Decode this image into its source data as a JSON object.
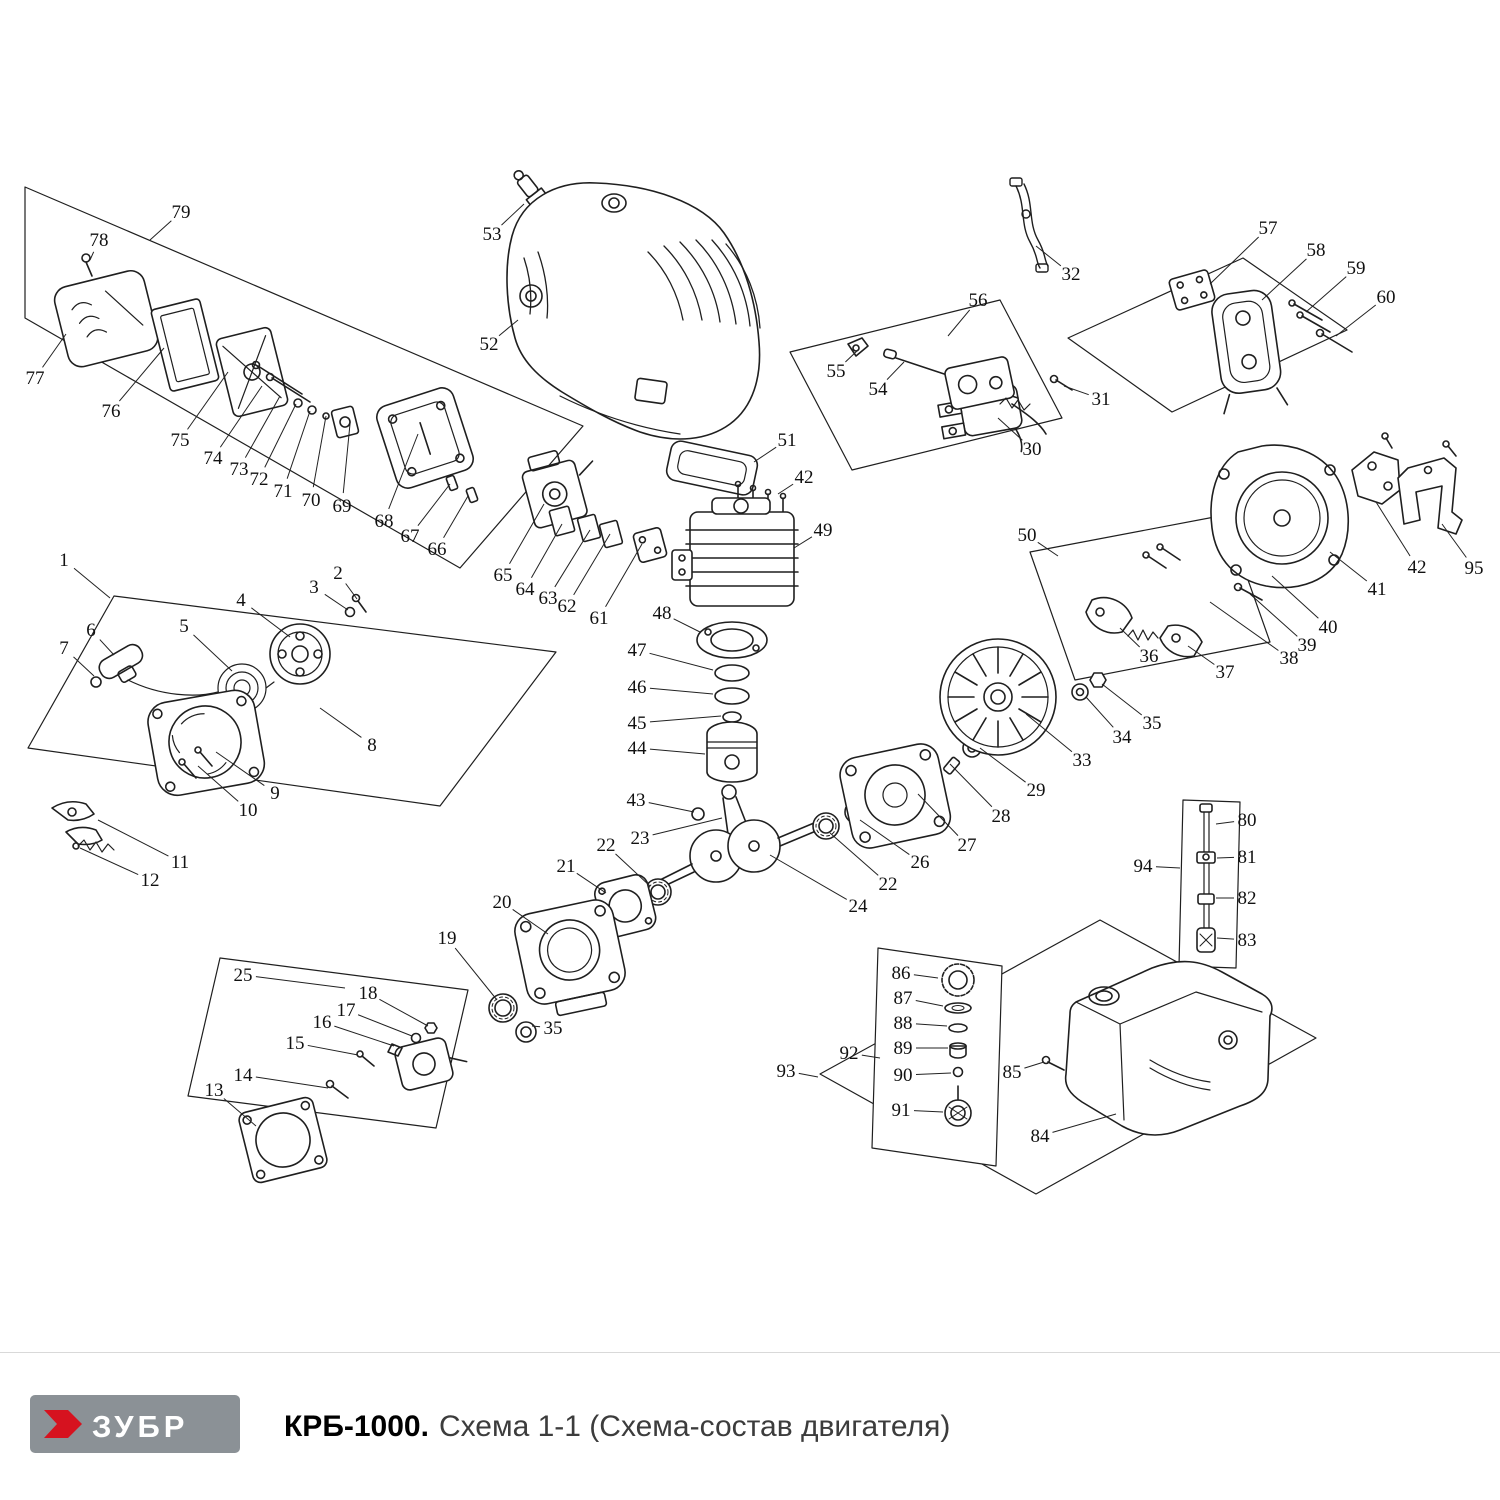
{
  "footer": {
    "brand": "ЗУБР",
    "model": "КРБ-1000.",
    "subtitle": "Схема 1-1 (Схема-состав двигателя)"
  },
  "diagram": {
    "callouts": [
      [
        "79",
        181,
        212,
        150,
        240
      ],
      [
        "78",
        99,
        240,
        90,
        260
      ],
      [
        "77",
        35,
        378,
        66,
        334
      ],
      [
        "76",
        111,
        411,
        164,
        348
      ],
      [
        "75",
        180,
        440,
        228,
        372
      ],
      [
        "74",
        213,
        458,
        262,
        386
      ],
      [
        "73",
        239,
        469,
        280,
        396
      ],
      [
        "72",
        259,
        479,
        296,
        404
      ],
      [
        "71",
        283,
        491,
        310,
        411
      ],
      [
        "70",
        311,
        500,
        326,
        416
      ],
      [
        "69",
        342,
        506,
        350,
        424
      ],
      [
        "68",
        384,
        521,
        418,
        434
      ],
      [
        "67",
        410,
        536,
        450,
        484
      ],
      [
        "66",
        437,
        549,
        468,
        496
      ],
      [
        "65",
        503,
        575,
        544,
        504
      ],
      [
        "64",
        525,
        589,
        562,
        524
      ],
      [
        "63",
        548,
        598,
        590,
        530
      ],
      [
        "62",
        567,
        606,
        610,
        534
      ],
      [
        "61",
        599,
        618,
        642,
        544
      ],
      [
        "53",
        492,
        234,
        524,
        204
      ],
      [
        "52",
        489,
        344,
        518,
        320
      ],
      [
        "51",
        787,
        440,
        754,
        462
      ],
      [
        "42",
        804,
        477,
        778,
        494
      ],
      [
        "49",
        823,
        530,
        794,
        548
      ],
      [
        "48",
        662,
        613,
        700,
        632
      ],
      [
        "47",
        637,
        650,
        713,
        670
      ],
      [
        "46",
        637,
        687,
        713,
        694
      ],
      [
        "45",
        637,
        723,
        721,
        716
      ],
      [
        "44",
        637,
        748,
        705,
        754
      ],
      [
        "43",
        636,
        800,
        694,
        812
      ],
      [
        "23",
        640,
        838,
        722,
        818
      ],
      [
        "22",
        606,
        845,
        650,
        886
      ],
      [
        "21",
        566,
        866,
        606,
        893
      ],
      [
        "20",
        502,
        902,
        548,
        934
      ],
      [
        "19",
        447,
        938,
        497,
        1000
      ],
      [
        "25",
        243,
        975,
        345,
        988
      ],
      [
        "18",
        368,
        993,
        428,
        1026
      ],
      [
        "17",
        346,
        1010,
        412,
        1036
      ],
      [
        "16",
        322,
        1022,
        394,
        1046
      ],
      [
        "15",
        295,
        1043,
        358,
        1055
      ],
      [
        "14",
        243,
        1075,
        328,
        1088
      ],
      [
        "13",
        214,
        1090,
        256,
        1126
      ],
      [
        "35",
        553,
        1028,
        532,
        1026
      ],
      [
        "1",
        64,
        560,
        110,
        598
      ],
      [
        "2",
        338,
        573,
        357,
        599
      ],
      [
        "3",
        314,
        587,
        348,
        610
      ],
      [
        "4",
        241,
        600,
        290,
        637
      ],
      [
        "5",
        184,
        626,
        232,
        671
      ],
      [
        "6",
        91,
        630,
        114,
        655
      ],
      [
        "7",
        64,
        648,
        94,
        676
      ],
      [
        "8",
        372,
        745,
        320,
        708
      ],
      [
        "9",
        275,
        793,
        216,
        752
      ],
      [
        "10",
        248,
        810,
        198,
        766
      ],
      [
        "11",
        180,
        862,
        98,
        820
      ],
      [
        "12",
        150,
        880,
        80,
        848
      ],
      [
        "24",
        858,
        906,
        770,
        855
      ],
      [
        "22",
        888,
        884,
        830,
        833
      ],
      [
        "26",
        920,
        862,
        860,
        820
      ],
      [
        "27",
        967,
        845,
        918,
        794
      ],
      [
        "28",
        1001,
        816,
        950,
        764
      ],
      [
        "29",
        1036,
        790,
        980,
        748
      ],
      [
        "33",
        1082,
        760,
        1026,
        714
      ],
      [
        "34",
        1122,
        737,
        1086,
        697
      ],
      [
        "35",
        1152,
        723,
        1102,
        684
      ],
      [
        "36",
        1149,
        656,
        1120,
        628
      ],
      [
        "37",
        1225,
        672,
        1188,
        646
      ],
      [
        "38",
        1289,
        658,
        1210,
        602
      ],
      [
        "39",
        1307,
        645,
        1250,
        594
      ],
      [
        "40",
        1328,
        627,
        1272,
        576
      ],
      [
        "41",
        1377,
        589,
        1330,
        552
      ],
      [
        "42",
        1417,
        567,
        1376,
        502
      ],
      [
        "95",
        1474,
        568,
        1442,
        524
      ],
      [
        "30",
        1032,
        449,
        998,
        418
      ],
      [
        "31",
        1101,
        399,
        1064,
        386
      ],
      [
        "32",
        1071,
        274,
        1036,
        246
      ],
      [
        "54",
        878,
        389,
        904,
        362
      ],
      [
        "55",
        836,
        371,
        858,
        350
      ],
      [
        "56",
        978,
        300,
        948,
        336
      ],
      [
        "57",
        1268,
        228,
        1210,
        284
      ],
      [
        "58",
        1316,
        250,
        1262,
        300
      ],
      [
        "59",
        1356,
        268,
        1306,
        312
      ],
      [
        "60",
        1386,
        297,
        1336,
        336
      ],
      [
        "50",
        1027,
        535,
        1058,
        556
      ],
      [
        "80",
        1247,
        820,
        1216,
        824
      ],
      [
        "81",
        1247,
        857,
        1217,
        858
      ],
      [
        "82",
        1247,
        898,
        1216,
        898
      ],
      [
        "83",
        1247,
        940,
        1217,
        938
      ],
      [
        "94",
        1143,
        866,
        1180,
        868
      ],
      [
        "84",
        1040,
        1136,
        1116,
        1114
      ],
      [
        "85",
        1012,
        1072,
        1044,
        1062
      ],
      [
        "86",
        901,
        973,
        938,
        978
      ],
      [
        "87",
        903,
        998,
        943,
        1006
      ],
      [
        "88",
        903,
        1023,
        947,
        1026
      ],
      [
        "89",
        903,
        1048,
        948,
        1048
      ],
      [
        "90",
        903,
        1075,
        951,
        1073
      ],
      [
        "91",
        901,
        1110,
        943,
        1112
      ],
      [
        "92",
        849,
        1053,
        880,
        1058
      ],
      [
        "93",
        786,
        1071,
        818,
        1077
      ]
    ]
  }
}
